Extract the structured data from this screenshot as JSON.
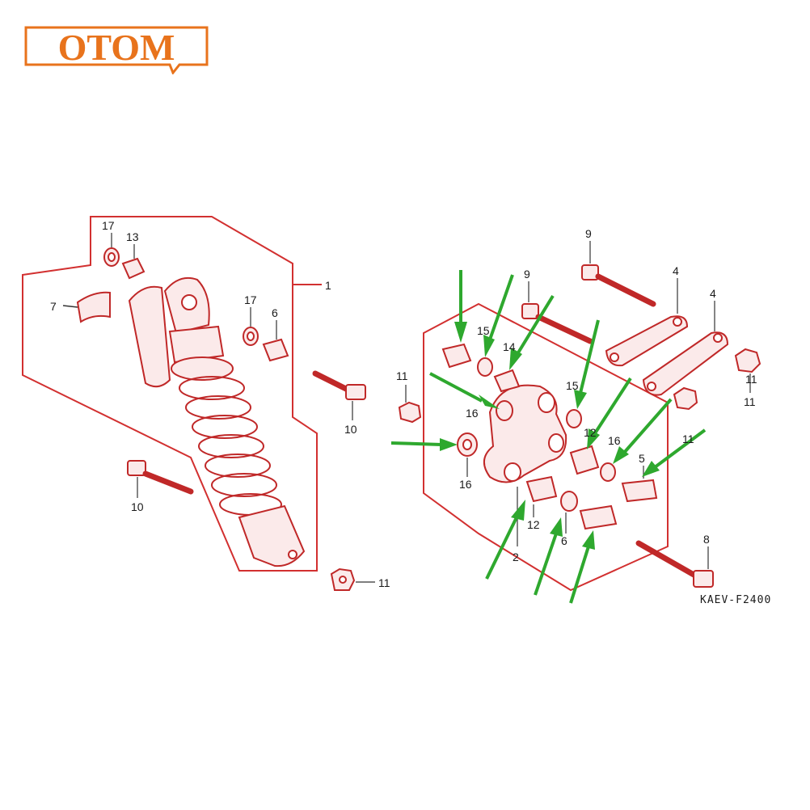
{
  "brand": {
    "logo_text": "OTOM",
    "color": "#e8731c"
  },
  "diagram": {
    "code": "KAEV-F2400",
    "line_color": "#d23030",
    "arrow_color": "#2ea82e",
    "callouts": [
      {
        "id": "c17a",
        "text": "17"
      },
      {
        "id": "c13",
        "text": "13"
      },
      {
        "id": "c7",
        "text": "7"
      },
      {
        "id": "c1",
        "text": "1"
      },
      {
        "id": "c17b",
        "text": "17"
      },
      {
        "id": "c6",
        "text": "6"
      },
      {
        "id": "c10a",
        "text": "10"
      },
      {
        "id": "c10b",
        "text": "10"
      },
      {
        "id": "c11a",
        "text": "11"
      },
      {
        "id": "c9a",
        "text": "9"
      },
      {
        "id": "c9b",
        "text": "9"
      },
      {
        "id": "c4a",
        "text": "4"
      },
      {
        "id": "c4b",
        "text": "4"
      },
      {
        "id": "c11b",
        "text": "11"
      },
      {
        "id": "c11c",
        "text": "11"
      },
      {
        "id": "c15a",
        "text": "15"
      },
      {
        "id": "c14",
        "text": "14"
      },
      {
        "id": "c15b",
        "text": "15"
      },
      {
        "id": "c16a",
        "text": "16"
      },
      {
        "id": "c12a",
        "text": "12"
      },
      {
        "id": "c16b",
        "text": "16"
      },
      {
        "id": "c11d",
        "text": "11"
      },
      {
        "id": "c5",
        "text": "5"
      },
      {
        "id": "c16c",
        "text": "16"
      },
      {
        "id": "c12b",
        "text": "12"
      },
      {
        "id": "c6b",
        "text": "6"
      },
      {
        "id": "c2",
        "text": "2"
      },
      {
        "id": "c8",
        "text": "8"
      },
      {
        "id": "c11e",
        "text": "11"
      }
    ]
  }
}
